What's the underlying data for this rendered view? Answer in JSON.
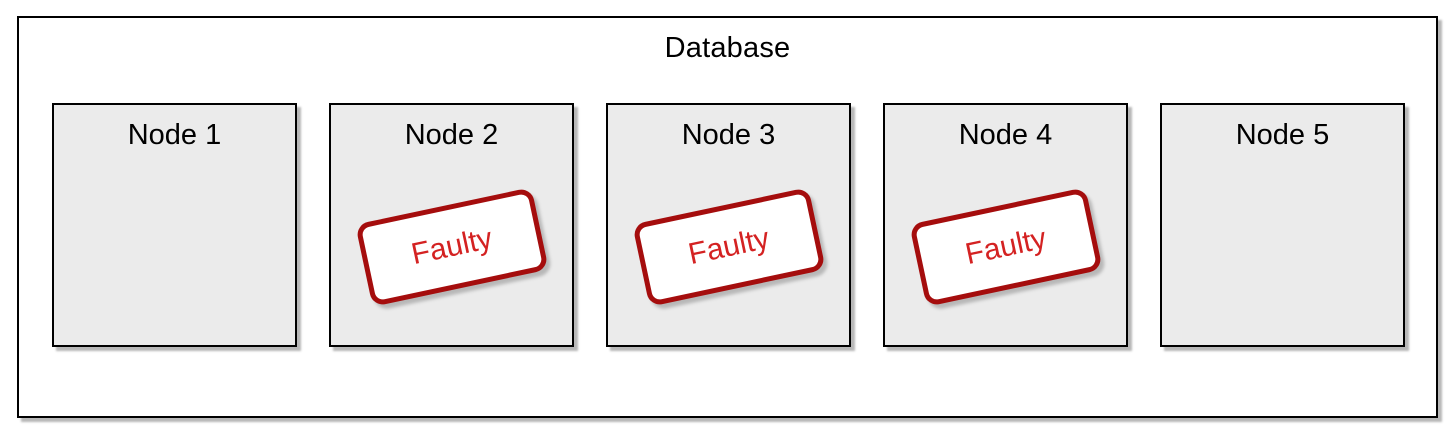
{
  "title": "Database",
  "nodes": [
    {
      "label": "Node 1",
      "status": "healthy"
    },
    {
      "label": "Node 2",
      "status": "faulty",
      "stamp": "Faulty"
    },
    {
      "label": "Node 3",
      "status": "faulty",
      "stamp": "Faulty"
    },
    {
      "label": "Node 4",
      "status": "faulty",
      "stamp": "Faulty"
    },
    {
      "label": "Node 5",
      "status": "healthy"
    }
  ],
  "colors": {
    "box-border": "#000000",
    "node-fill": "#ebebeb",
    "shadow": "#b8b8b8",
    "stamp-border": "#a50d0d",
    "stamp-text": "#d42222"
  }
}
